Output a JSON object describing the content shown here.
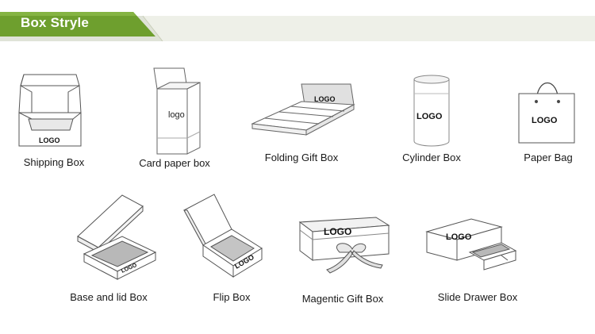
{
  "header": {
    "title": "Box Stryle",
    "colors": {
      "band": "#6e9f2e",
      "band_light": "#eef0e8"
    }
  },
  "boxes": [
    {
      "caption": "Shipping Box",
      "logo": "LOGO",
      "icon": "shipping-box-icon"
    },
    {
      "caption": "Card paper box",
      "logo": "logo",
      "icon": "card-paper-box-icon"
    },
    {
      "caption": "Folding Gift Box",
      "logo": "LOGO",
      "icon": "folding-gift-box-icon"
    },
    {
      "caption": "Cylinder Box",
      "logo": "LOGO",
      "icon": "cylinder-box-icon"
    },
    {
      "caption": "Paper Bag",
      "logo": "LOGO",
      "icon": "paper-bag-icon"
    },
    {
      "caption": "Base and lid Box",
      "logo": "LOGO",
      "icon": "base-and-lid-box-icon"
    },
    {
      "caption": "Flip Box",
      "logo": "LOGO",
      "icon": "flip-box-icon"
    },
    {
      "caption": "Magentic Gift Box",
      "logo": "LOGO",
      "icon": "magnetic-gift-box-icon"
    },
    {
      "caption": "Slide Drawer Box",
      "logo": "LOGO",
      "icon": "slide-drawer-box-icon"
    }
  ]
}
